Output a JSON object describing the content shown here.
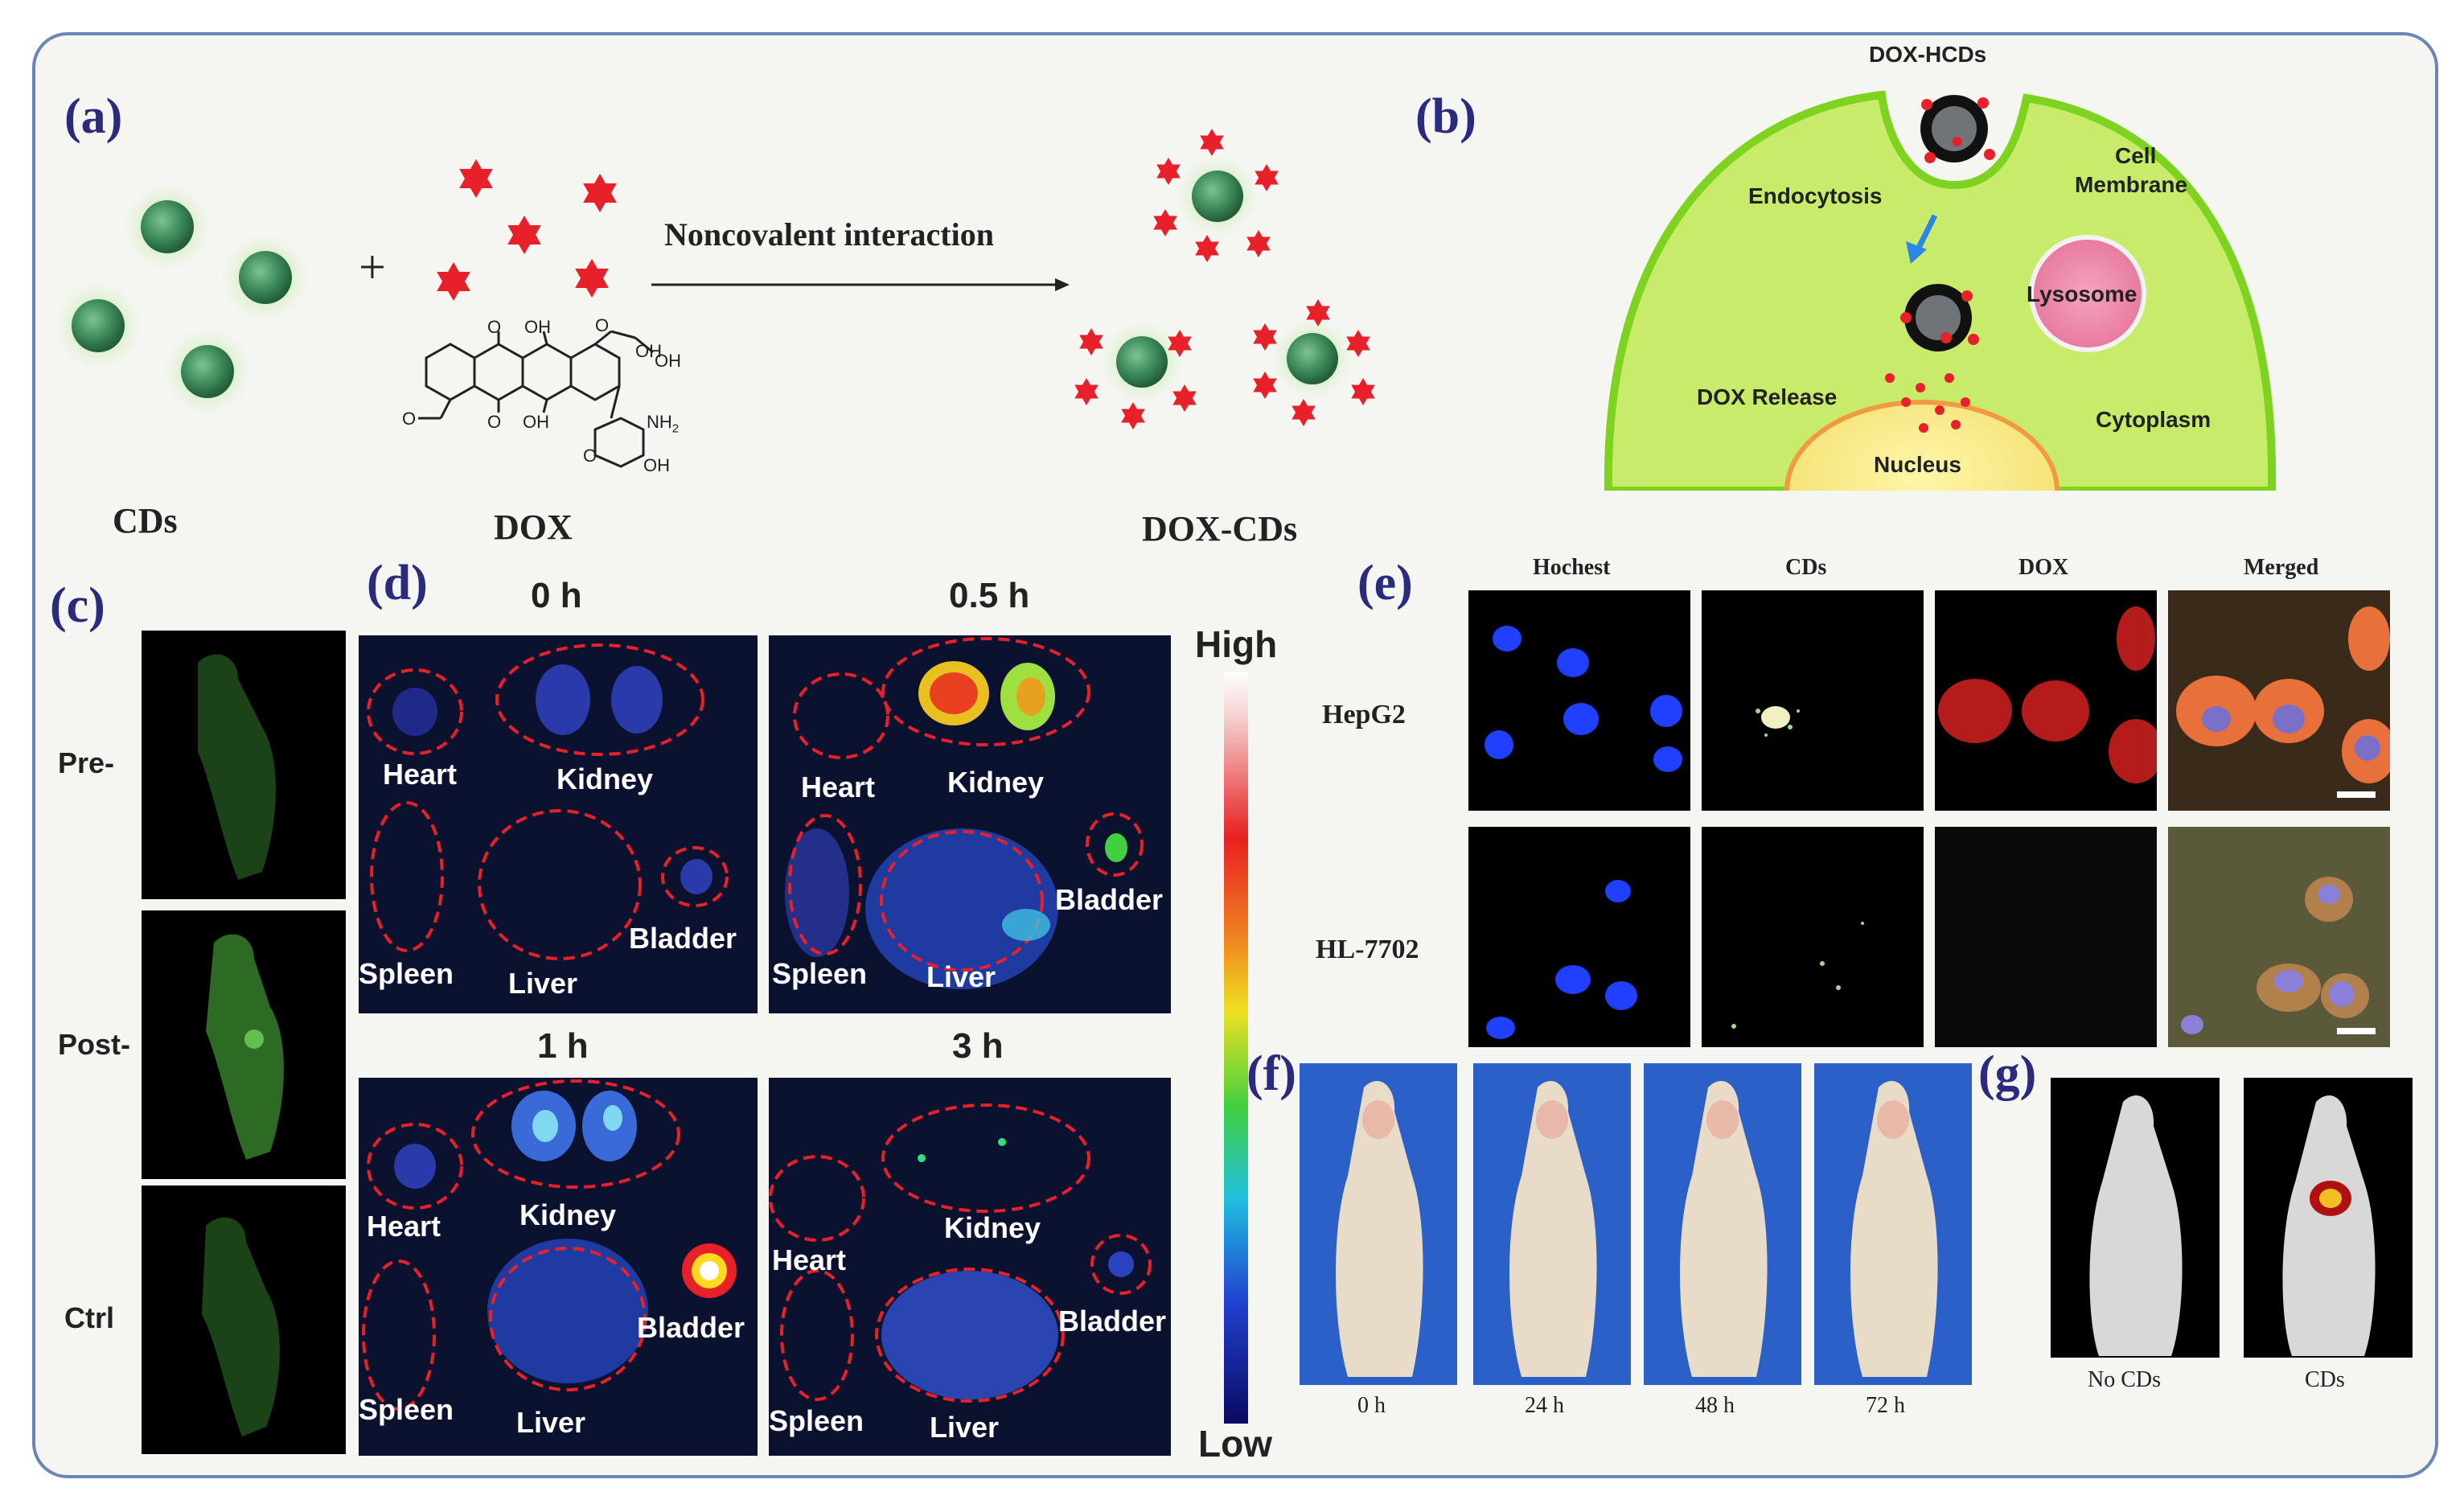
{
  "panel_labels": {
    "a": "(a)",
    "b": "(b)",
    "c": "(c)",
    "d": "(d)",
    "e": "(e)",
    "f": "(f)",
    "g": "(g)"
  },
  "panel_a": {
    "cds_label": "CDs",
    "plus": "+",
    "dox_label": "DOX",
    "arrow_label": "Noncovalent interaction",
    "product_label": "DOX-CDs",
    "chem_labels": {
      "o_top": "O",
      "oh_top": "OH",
      "o_ketone": "O",
      "oh_side": "OH",
      "oh_end": "OH",
      "o_bottom": "O",
      "oh_bottom": "OH",
      "nh2": "NH",
      "nh2_sub": "2",
      "oh_sugar": "OH",
      "o_ring": "O",
      "ome": "O"
    }
  },
  "panel_b": {
    "dox_hcds": "DOX-HCDs",
    "cell_membrane_1": "Cell",
    "cell_membrane_2": "Membrane",
    "endocytosis": "Endocytosis",
    "lysosome": "Lysosome",
    "dox_release": "DOX Release",
    "cytoplasm": "Cytoplasm",
    "nucleus": "Nucleus"
  },
  "panel_c": {
    "rows": [
      "Pre-",
      "Post-",
      "Ctrl"
    ]
  },
  "panel_d": {
    "times": [
      "0 h",
      "0.5 h",
      "1 h",
      "3 h"
    ],
    "organs": {
      "heart": "Heart",
      "kidney": "Kidney",
      "spleen": "Spleen",
      "liver": "Liver",
      "bladder": "Bladder"
    },
    "scale_high": "High",
    "scale_low": "Low"
  },
  "panel_e": {
    "columns": [
      "Hochest",
      "CDs",
      "DOX",
      "Merged"
    ],
    "rows": [
      "HepG2",
      "HL-7702"
    ]
  },
  "panel_f": {
    "times": [
      "0 h",
      "24 h",
      "48 h",
      "72 h"
    ]
  },
  "panel_g": {
    "captions": [
      "No CDs",
      "CDs"
    ]
  },
  "colors": {
    "frame_border": "#6a86b8",
    "label_blue": "#2a2a80",
    "dox_red": "#e8202a",
    "cd_green": "#3d8a5a",
    "cell_green": "#c8ec6a"
  }
}
